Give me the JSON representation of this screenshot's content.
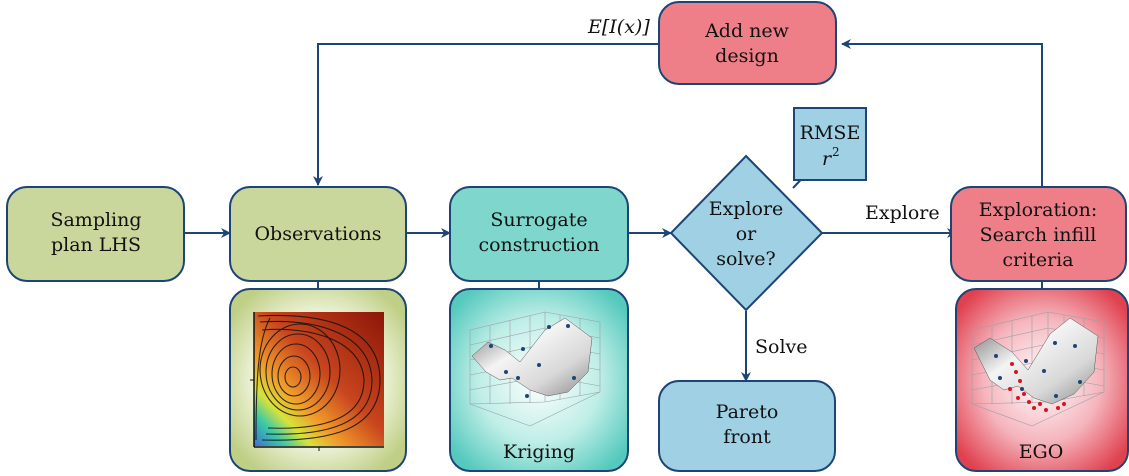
{
  "nodes": {
    "sampling": {
      "line1": "Sampling",
      "line2": "plan LHS"
    },
    "observations": {
      "label": "Observations"
    },
    "surrogate": {
      "line1": "Surrogate",
      "line2": "construction"
    },
    "decision": {
      "line1": "Explore",
      "line2": "or",
      "line3": "solve?"
    },
    "exploration": {
      "line1": "Exploration:",
      "line2": "Search infill",
      "line3": "criteria"
    },
    "add_design": {
      "line1": "Add new",
      "line2": "design"
    },
    "pareto": {
      "line1": "Pareto",
      "line2": "front"
    },
    "metrics": {
      "line1": "RMSE",
      "line2_base": "r",
      "line2_sup": "2"
    }
  },
  "edges": {
    "explore_label": "Explore",
    "solve_label": "Solve",
    "ei_label": "E[I(x)]"
  },
  "thumbnails": {
    "kriging_caption": "Kriging",
    "ego_caption": "EGO"
  },
  "colors": {
    "green_fill": "#c9d69c",
    "teal_fill": "#7fd6cc",
    "blue_fill": "#9fd0e4",
    "red_fill": "#ee7f88",
    "edge": "#1c4575"
  }
}
